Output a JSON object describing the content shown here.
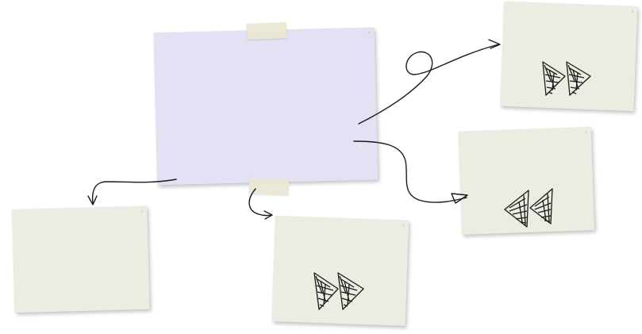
{
  "colors": {
    "background": "#ffffff",
    "main_note": "#e2e2f4",
    "sticky_note": "#ecece2",
    "tape": "#ebe7d4",
    "ink": "#1a1a1a"
  },
  "notes": [
    {
      "id": "main",
      "kind": "blank-card"
    },
    {
      "id": "top-right",
      "icon": "fast-forward-icon"
    },
    {
      "id": "middle-right",
      "icon": "rewind-icon"
    },
    {
      "id": "bottom-center",
      "icon": "fast-forward-icon"
    },
    {
      "id": "bottom-left",
      "icon": "none"
    }
  ]
}
